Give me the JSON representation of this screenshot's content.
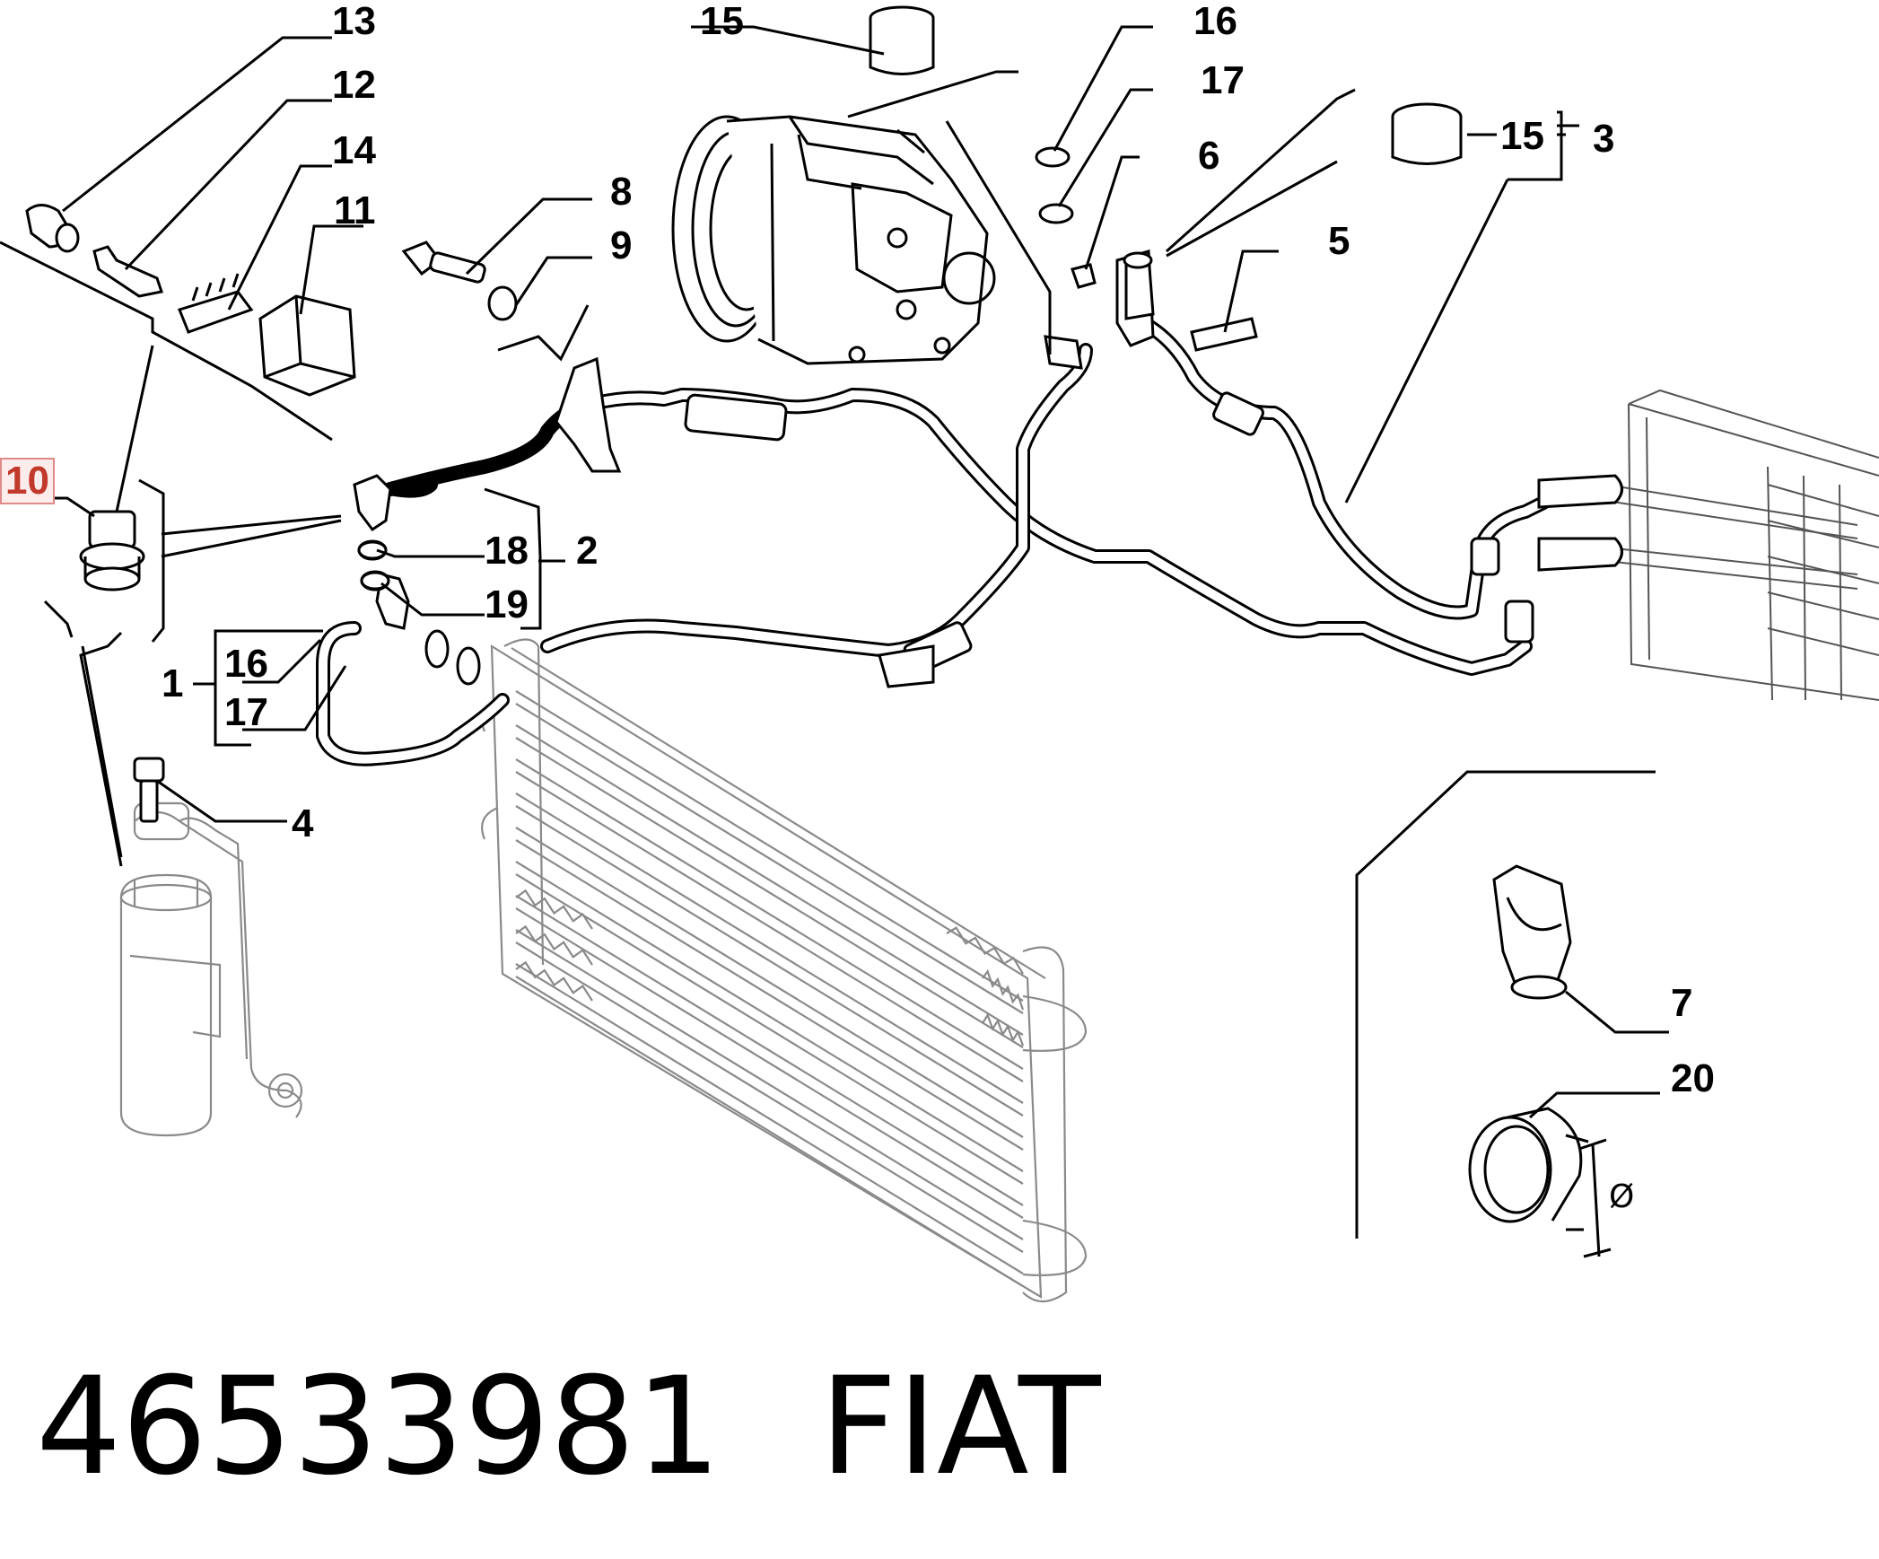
{
  "part_number": "46533981",
  "brand": "FIAT",
  "callouts": [
    {
      "id": "c13",
      "label": "13"
    },
    {
      "id": "c12",
      "label": "12"
    },
    {
      "id": "c14",
      "label": "14"
    },
    {
      "id": "c11",
      "label": "11"
    },
    {
      "id": "c8",
      "label": "8"
    },
    {
      "id": "c9",
      "label": "9"
    },
    {
      "id": "c15a",
      "label": "15"
    },
    {
      "id": "c16a",
      "label": "16"
    },
    {
      "id": "c17a",
      "label": "17"
    },
    {
      "id": "c6",
      "label": "6"
    },
    {
      "id": "c15b",
      "label": "15"
    },
    {
      "id": "c3",
      "label": "3"
    },
    {
      "id": "c5",
      "label": "5"
    },
    {
      "id": "c10",
      "label": "10",
      "highlighted": true
    },
    {
      "id": "c18",
      "label": "18"
    },
    {
      "id": "c2",
      "label": "2"
    },
    {
      "id": "c19",
      "label": "19"
    },
    {
      "id": "c16b",
      "label": "16"
    },
    {
      "id": "c1",
      "label": "1"
    },
    {
      "id": "c17b",
      "label": "17"
    },
    {
      "id": "c4",
      "label": "4"
    },
    {
      "id": "c7",
      "label": "7"
    },
    {
      "id": "c20",
      "label": "20"
    }
  ],
  "symbols": {
    "diameter": "Ø"
  },
  "colors": {
    "highlight": "#c0392b",
    "highlight_bg": "#fdecec",
    "line": "#000000",
    "grey": "#8a8a8a"
  }
}
